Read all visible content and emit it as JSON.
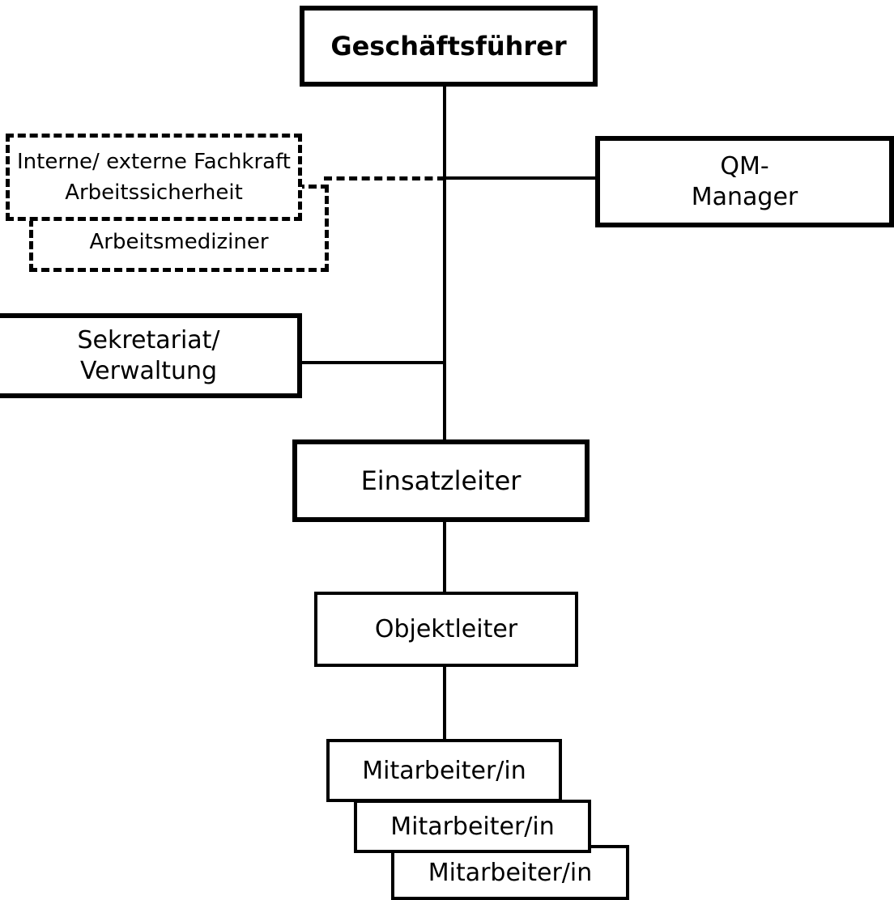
{
  "chart": {
    "title_node": {
      "label": "Geschäftsführer"
    },
    "nodes": {
      "geschaeftsfuehrer": "Geschäftsführer",
      "qm_manager_line1": "QM-",
      "qm_manager_line2": "Manager",
      "fachkraft_line1": "Interne/ externe Fachkraft",
      "fachkraft_line2": "Arbeitssicherheit",
      "arbeitsmediziner": "Arbeitsmediziner",
      "sekretariat_line1": "Sekretariat/",
      "sekretariat_line2": "Verwaltung",
      "einsatzleiter": "Einsatzleiter",
      "objektleiter": "Objektleiter",
      "mitarbeiter_1": "Mitarbeiter/in",
      "mitarbeiter_2": "Mitarbeiter/in",
      "mitarbeiter_3": "Mitarbeiter/in"
    },
    "colors": {
      "line": "#000000",
      "background": "#ffffff",
      "text": "#000000"
    }
  }
}
